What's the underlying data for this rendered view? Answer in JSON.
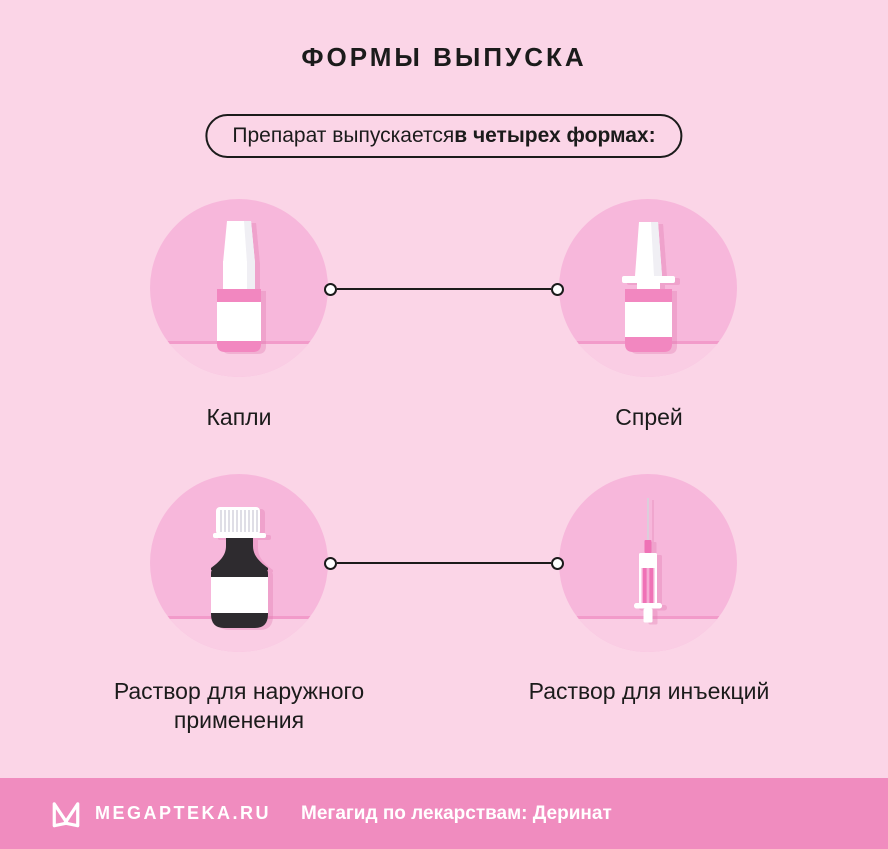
{
  "header": {
    "title": "ФОРМЫ ВЫПУСКА"
  },
  "callout": {
    "text_regular": "Препарат выпускается ",
    "text_bold": "в четырех формах:"
  },
  "forms": [
    {
      "label": "Капли",
      "icon": "dropper-bottle-icon"
    },
    {
      "label": "Спрей",
      "icon": "spray-bottle-icon"
    },
    {
      "label": "Раствор для наружного применения",
      "icon": "medicine-bottle-icon"
    },
    {
      "label": "Раствор для инъекций",
      "icon": "syringe-icon"
    }
  ],
  "footer": {
    "brand": "MEGAPTEKA.RU",
    "caption": "Мегагид по лекарствам: Деринат",
    "logo": "megapteka-logo-icon"
  },
  "colors": {
    "bg": "#FBD5E7",
    "circle": "#F7B7DB",
    "circle-floor": "#FACDE4",
    "circle-floor-line": "#F29BCA",
    "footer-bar": "#F08CBF",
    "icon-pink": "#F287C0",
    "icon-pink-dark": "#EF72B6",
    "icon-liquid": "#F6ABD4",
    "bottle-dark": "#2E2B2F",
    "ink": "#1B1B1B",
    "text-light": "#FFFFFF"
  }
}
